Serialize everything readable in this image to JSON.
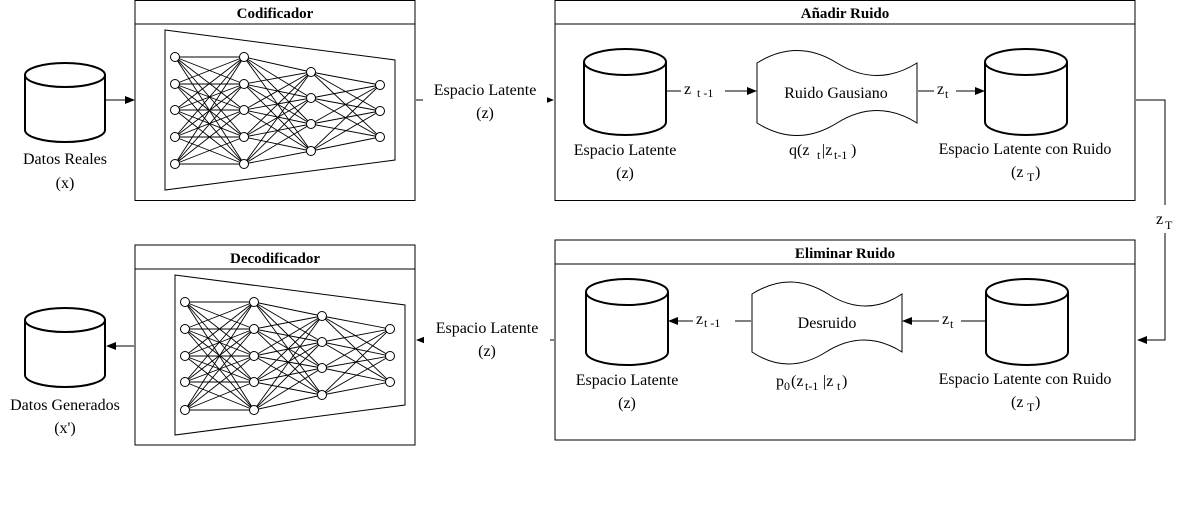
{
  "diagram": {
    "inputs": {
      "datos_reales": {
        "label": "Datos Reales",
        "symbol": "(x)"
      },
      "datos_generados": {
        "label": "Datos Generados",
        "symbol": "(x')"
      }
    },
    "encoder": {
      "title": "Codificador",
      "out_label": "Espacio Latente",
      "out_symbol": "(z)"
    },
    "decoder": {
      "title": "Decodificador",
      "in_label": "Espacio Latente",
      "in_symbol": "(z)"
    },
    "add_noise": {
      "title": "Añadir Ruido",
      "latent_label": "Espacio Latente",
      "latent_symbol": "(z)",
      "edge_in": {
        "base": "z",
        "sub": "t -1"
      },
      "process_label": "Ruido Gausiano",
      "formula": {
        "q": "q(z",
        "t": "t",
        "bar": "|z",
        "tm1": "t-1",
        "close": ")"
      },
      "edge_out": {
        "base": "z",
        "sub": "t"
      },
      "noisy_label": "Espacio Latente con Ruido",
      "noisy_symbol": {
        "open": "(z",
        "sub": "T",
        "close": ")"
      }
    },
    "remove_noise": {
      "title": "Eliminar Ruido",
      "latent_label": "Espacio Latente",
      "latent_symbol": "(z)",
      "edge_in": {
        "base": "z",
        "sub": "t"
      },
      "process_label": "Desruido",
      "formula": {
        "p": "p",
        "theta": "0",
        "open": "(z",
        "tm1": "t-1",
        "bar": "|z",
        "t": "t",
        "close": ")"
      },
      "edge_out": {
        "base": "z",
        "sub": "t -1"
      },
      "noisy_label": "Espacio Latente con Ruido",
      "noisy_symbol": {
        "open": "(z",
        "sub": "T",
        "close": ")"
      }
    },
    "link_zT": {
      "base": "z",
      "sub": "T"
    }
  }
}
